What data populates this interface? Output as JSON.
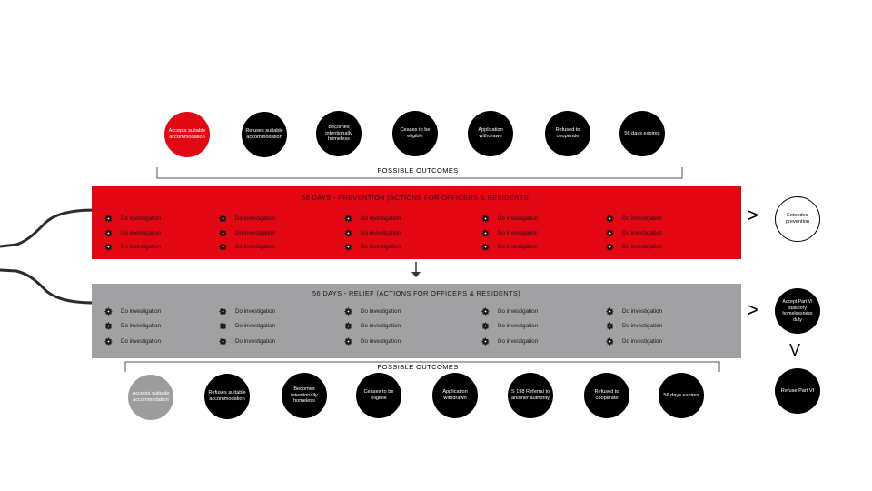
{
  "top_outcomes": {
    "circles": [
      {
        "label": "Accepts suitable accommodation",
        "style": "red"
      },
      {
        "label": "Refuses suitable accommodation",
        "style": "black"
      },
      {
        "label": "Becomes intentionally homeless",
        "style": "black"
      },
      {
        "label": "Ceases to be eligible",
        "style": "black"
      },
      {
        "label": "Application withdrawn",
        "style": "black"
      },
      {
        "label": "Refused to cooperate",
        "style": "black"
      },
      {
        "label": "56 days expires",
        "style": "black"
      }
    ],
    "caption": "POSSIBLE OUTCOMES"
  },
  "prevention": {
    "title": "56 DAYS - PREVENTION (ACTIONS FOR OFFICERS & RESIDENTS)",
    "rows": [
      [
        "Do investigation",
        "Do investigation",
        "Do investigation",
        "Do investigation",
        "Do investigation"
      ],
      [
        "Do investigation",
        "Do investigation",
        "Do investigation",
        "Do investigation",
        "Do investigation"
      ],
      [
        "Do investigation",
        "Do investigation",
        "Do investigation",
        "Do investigation",
        "Do investigation"
      ]
    ],
    "arrow": ">",
    "result": "Extended prevention"
  },
  "relief": {
    "title": "56 DAYS - RELIEF (ACTIONS FOR OFFICERS & RESIDENTS)",
    "rows": [
      [
        "Do investigation",
        "Do investigation",
        "Do investigation",
        "Do investigation",
        "Do investigation"
      ],
      [
        "Do investigation",
        "Do investigation",
        "Do investigation",
        "Do investigation",
        "Do investigation"
      ],
      [
        "Do investigation",
        "Do investigation",
        "Do investigation",
        "Do investigation",
        "Do investigation"
      ]
    ],
    "arrow": ">",
    "result": "Accept Part VI statutory homelessness duty",
    "down_arrow": "V",
    "final": "Refuse Part VI"
  },
  "bottom_outcomes": {
    "caption": "POSSIBLE OUTCOMES",
    "circles": [
      {
        "label": "Accepts suitable accommodation",
        "style": "grey"
      },
      {
        "label": "Refuses suitable accommodation",
        "style": "black"
      },
      {
        "label": "Becomes intentionally homeless",
        "style": "black"
      },
      {
        "label": "Ceases to be eligible",
        "style": "black"
      },
      {
        "label": "Application withdrawn",
        "style": "black"
      },
      {
        "label": "S 198 Referral to another authority",
        "style": "black"
      },
      {
        "label": "Refused to cooperate",
        "style": "black"
      },
      {
        "label": "56 days expires",
        "style": "black"
      }
    ]
  },
  "colors": {
    "red": "#e30613",
    "grey": "#a1a1a3",
    "black": "#000000"
  },
  "icons": {
    "action": "gear-icon",
    "flow": "down-arrow-icon"
  }
}
